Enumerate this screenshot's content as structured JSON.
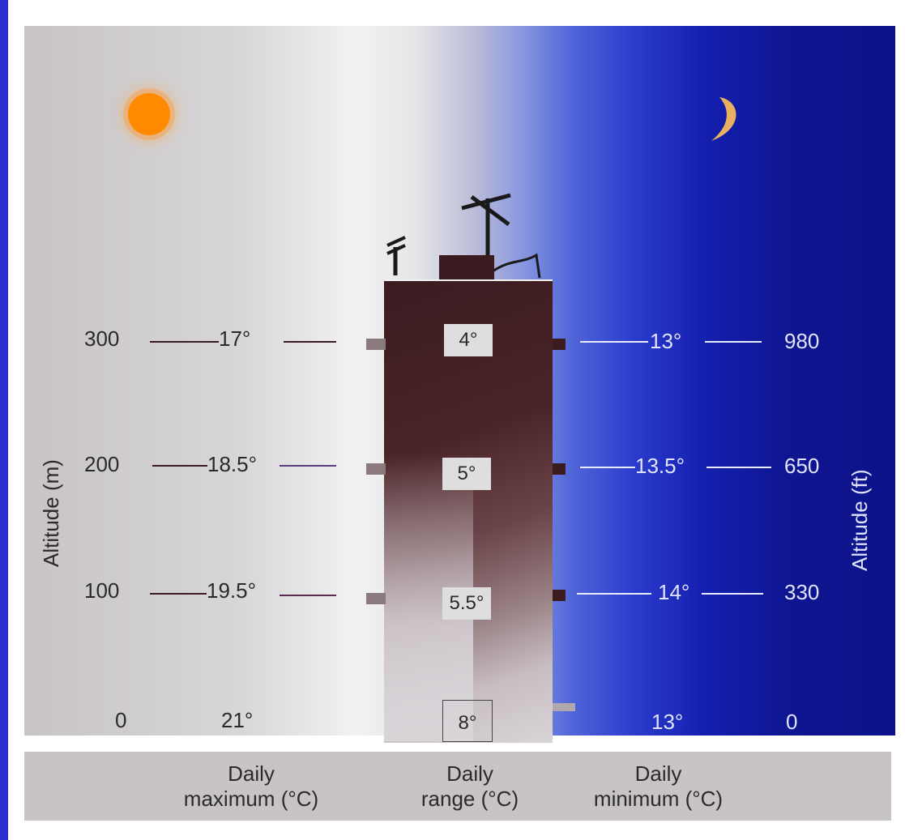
{
  "axes": {
    "left_label": "Altitude (m)",
    "right_label": "Altitude (ft)"
  },
  "rows": [
    {
      "alt_m": "300",
      "max": "17°",
      "range": "4°",
      "min": "13°",
      "alt_ft": "980"
    },
    {
      "alt_m": "200",
      "max": "18.5°",
      "range": "5°",
      "min": "13.5°",
      "alt_ft": "650"
    },
    {
      "alt_m": "100",
      "max": "19.5°",
      "range": "5.5°",
      "min": "14°",
      "alt_ft": "330"
    },
    {
      "alt_m": "0",
      "max": "21°",
      "range": "8°",
      "min": "13°",
      "alt_ft": "0"
    }
  ],
  "footer": {
    "max_line1": "Daily",
    "max_line2": "maximum (°C)",
    "range_line1": "Daily",
    "range_line2": "range (°C)",
    "min_line1": "Daily",
    "min_line2": "minimum (°C)"
  },
  "icons": [
    "sun-icon",
    "moon-icon",
    "antenna-icon"
  ],
  "colors": {
    "night": "#0c138a",
    "sun": "#ff8a00",
    "moon": "#e8b060",
    "building": "#3a1c20"
  }
}
